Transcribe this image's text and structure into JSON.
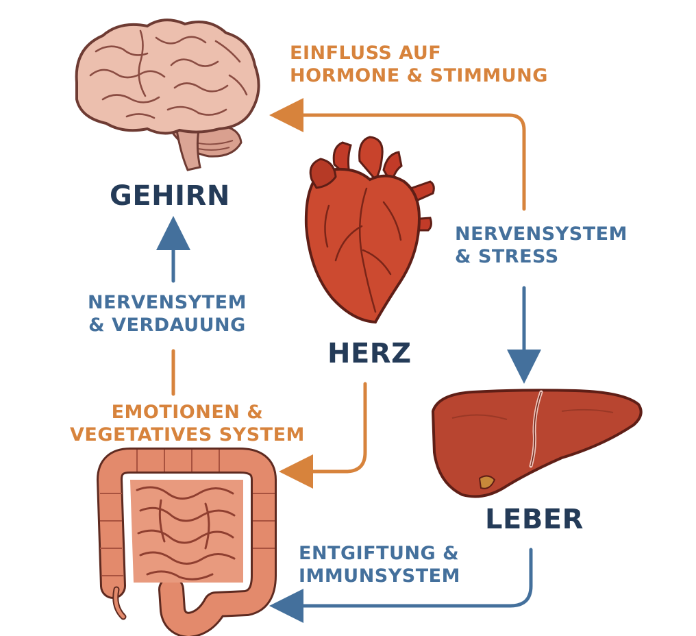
{
  "colors": {
    "organ_label": "#243b58",
    "influence_orange": "#d7833c",
    "nerve_blue": "#44709c",
    "heart_red": "#c8432c",
    "brain_pink": "#e8b5a6",
    "liver_red": "#b84530",
    "intestine_salmon": "#e38a6c"
  },
  "organs": {
    "brain": {
      "label": "GEHIRN",
      "icon": "brain-icon"
    },
    "heart": {
      "label": "HERZ",
      "icon": "heart-icon"
    },
    "liver": {
      "label": "LEBER",
      "icon": "liver-icon"
    },
    "intestine": {
      "icon": "intestine-icon"
    }
  },
  "connections": {
    "heart_to_brain": {
      "line1": "EINFLUSS AUF",
      "line2": "HORMONE & STIMMUNG"
    },
    "brain_to_liver": {
      "line1": "NERVENSYSTEM",
      "line2": "& STRESS"
    },
    "intestine_to_brain": {
      "line1": "NERVENSYTEM",
      "line2": "& VERDAUUNG"
    },
    "heart_to_intestine": {
      "line1": "EMOTIONEN &",
      "line2": "VEGETATIVES SYSTEM"
    },
    "liver_to_intestine": {
      "line1": "ENTGIFTUNG &",
      "line2": "IMMUNSYSTEM"
    }
  }
}
